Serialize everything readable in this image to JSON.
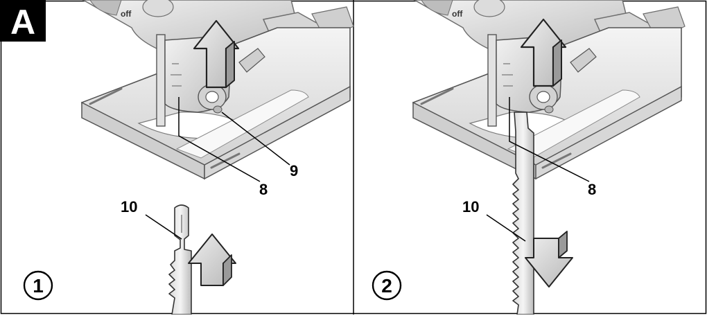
{
  "figure": {
    "letter": "A",
    "panels": [
      {
        "step": "1",
        "switch_label": "off",
        "callouts": [
          {
            "label": "8"
          },
          {
            "label": "9"
          },
          {
            "label": "10"
          }
        ],
        "blade_motion": "up"
      },
      {
        "step": "2",
        "switch_label": "off",
        "callouts": [
          {
            "label": "8"
          },
          {
            "label": "10"
          }
        ],
        "blade_motion": "down"
      }
    ]
  },
  "colors": {
    "background": "#ffffff",
    "frame": "#000000",
    "tool_light": "#e9e9e9",
    "tool_mid": "#c9c9c9",
    "tool_dark": "#8a8a8a",
    "arrow": "#cfcfcf"
  }
}
